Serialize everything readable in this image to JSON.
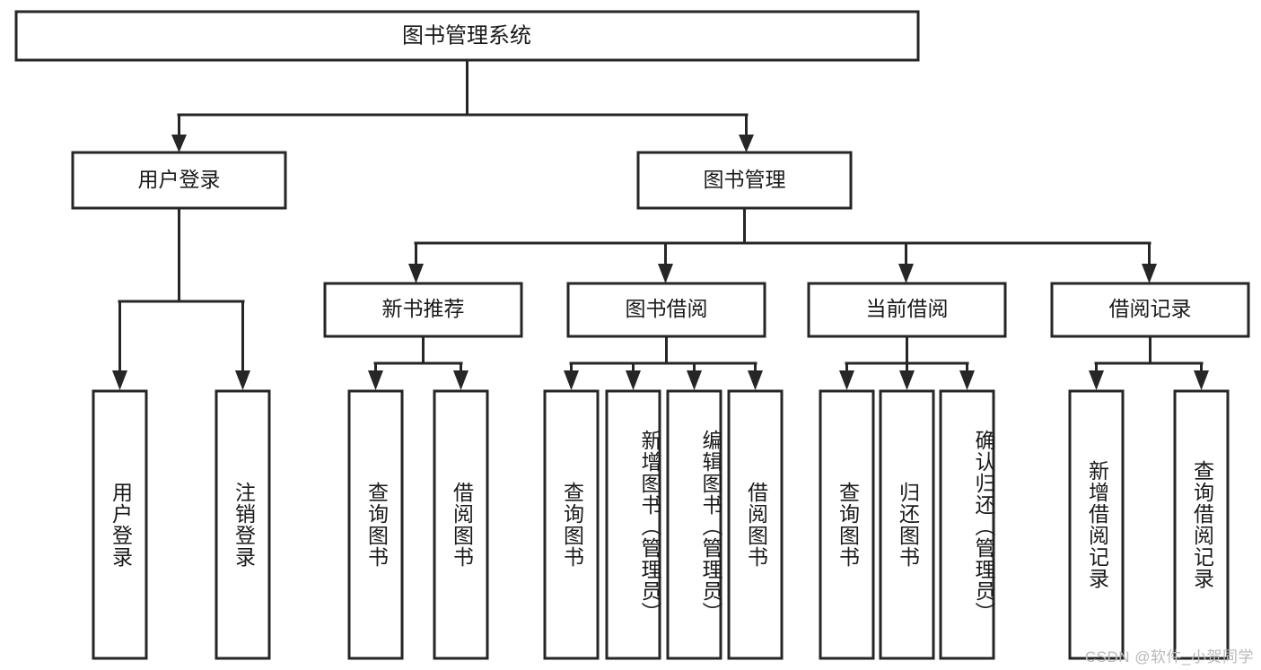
{
  "diagram": {
    "title": "图书管理系统",
    "type": "tree-hierarchy-diagram",
    "colors": {
      "stroke": "#262626",
      "fill": "#ffffff",
      "text": "#1a1a1a",
      "watermark": "#b9b9b9",
      "background": "#ffffff"
    },
    "root": {
      "label": "图书管理系统"
    },
    "level2": [
      {
        "label": "用户登录"
      },
      {
        "label": "图书管理"
      }
    ],
    "level3": [
      {
        "label": "新书推荐"
      },
      {
        "label": "图书借阅"
      },
      {
        "label": "当前借阅"
      },
      {
        "label": "借阅记录"
      }
    ],
    "leaves": {
      "user_login": [
        {
          "label": "用户登录"
        },
        {
          "label": "注销登录"
        }
      ],
      "new_book_recommend": [
        {
          "label": "查询图书"
        },
        {
          "label": "借阅图书"
        }
      ],
      "book_borrow": [
        {
          "label": "查询图书"
        },
        {
          "label": "新增图书（管理员）"
        },
        {
          "label": "编辑图书（管理员）"
        },
        {
          "label": "借阅图书"
        }
      ],
      "current_borrow": [
        {
          "label": "查询图书"
        },
        {
          "label": "归还图书"
        },
        {
          "label": "确认归还（管理员）"
        }
      ],
      "borrow_record": [
        {
          "label": "新增借阅记录"
        },
        {
          "label": "查询借阅记录"
        }
      ]
    }
  },
  "watermark": {
    "text": "CSDN @软件_小贺同学"
  }
}
